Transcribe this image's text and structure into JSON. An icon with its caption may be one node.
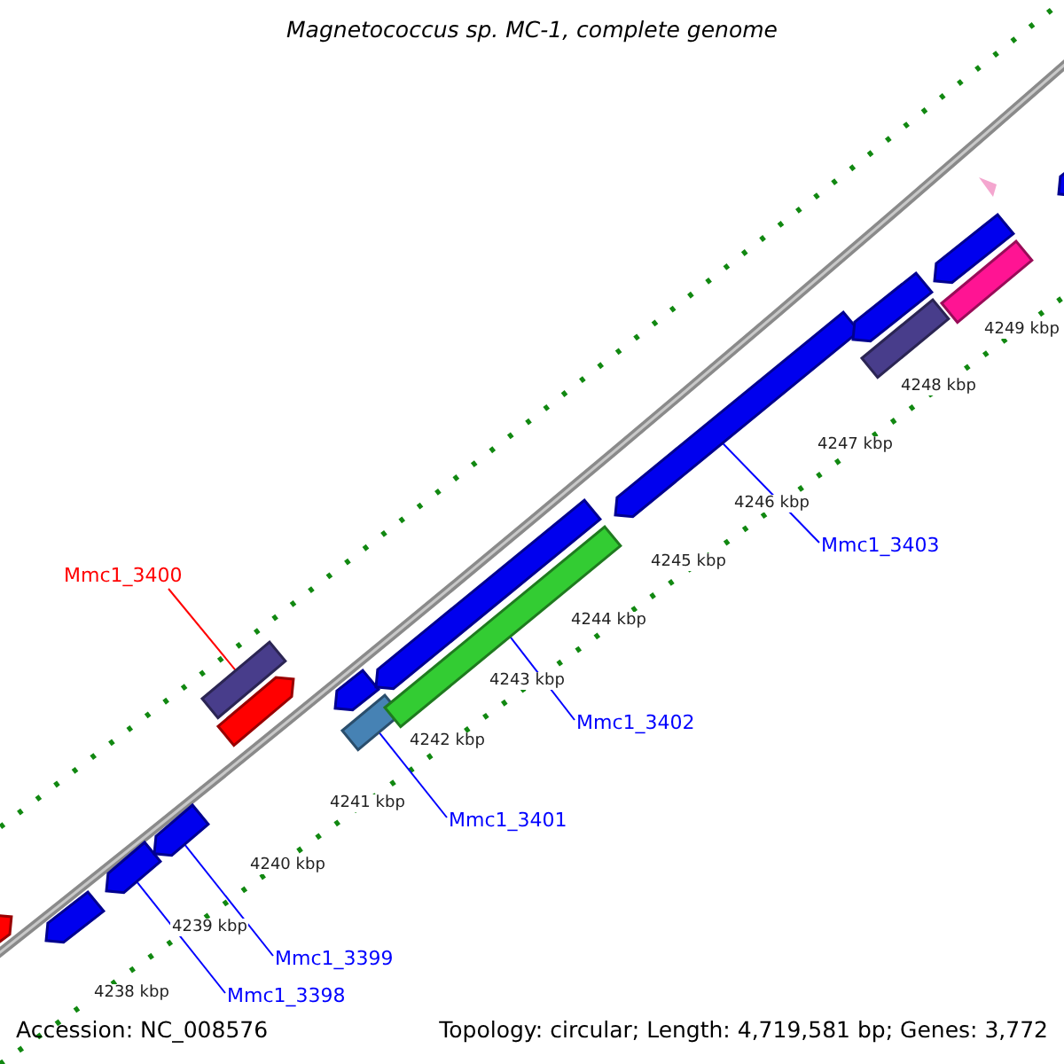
{
  "diagram": {
    "title": "Magnetococcus sp. MC-1, complete genome",
    "nodes": [
      {
        "text": [
          "Mmc1_3400"
        ]
      },
      {
        "text": [
          "Mmc1_3403"
        ]
      },
      {
        "text": [
          "Mmc1_3402"
        ]
      },
      {
        "text": [
          "Mmc1_3401"
        ]
      },
      {
        "text": [
          "Mmc1_3399"
        ]
      },
      {
        "text": [
          "Mmc1_3398"
        ]
      },
      {
        "text": [],
        "shape": "bar"
      },
      {
        "text": [],
        "shape": "bar"
      },
      {
        "text": [],
        "shape": "bar"
      },
      {
        "text": [],
        "shape": "bar"
      },
      {
        "text": [],
        "shape": "bar"
      },
      {
        "text": [],
        "shape": "bar"
      },
      {
        "text": [],
        "shape": "bar"
      },
      {
        "text": [],
        "shape": "bar"
      },
      {
        "text": [],
        "shape": "bar"
      },
      {
        "text": [],
        "shape": "bar"
      },
      {
        "text": [],
        "shape": "bar"
      },
      {
        "text": [],
        "shape": "bar"
      },
      {
        "text": [],
        "shape": "bar"
      },
      {
        "text": [],
        "shape": "bar"
      },
      {
        "text": [],
        "shape": "bar"
      },
      {
        "text": [],
        "shape": "bar"
      }
    ],
    "edges": [
      {
        "from": 0,
        "to": 10,
        "arrow": "none",
        "color": "#ff0000"
      },
      {
        "from": 1,
        "to": 16,
        "arrow": "none"
      },
      {
        "from": 2,
        "to": 15,
        "arrow": "none"
      },
      {
        "from": 3,
        "to": 13,
        "arrow": "none"
      },
      {
        "from": 4,
        "to": 9,
        "arrow": "none"
      },
      {
        "from": 5,
        "to": 8,
        "arrow": "none"
      }
    ],
    "labels": [
      "4249 kbp",
      "4248 kbp",
      "4247 kbp",
      "4246 kbp",
      "4245 kbp",
      "4244 kbp",
      "4243 kbp",
      "4242 kbp",
      "4241 kbp",
      "4240 kbp",
      "4239 kbp",
      "4238 kbp",
      "Accession: NC_008576",
      "Topology: circular; Length: 4,719,581 bp; Genes: 3,772"
    ]
  }
}
